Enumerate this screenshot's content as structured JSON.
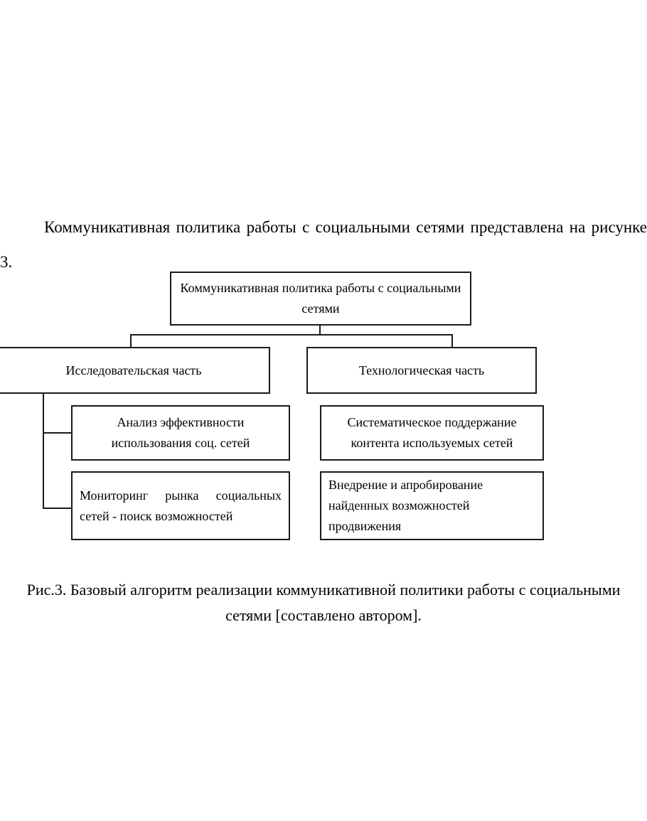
{
  "document": {
    "paragraph": "Коммуникативная политика работы с социальными сетями представлена на рисунке 3.",
    "caption": "Рис.3. Базовый алгоритм реализации коммуникативной политики работы с социальными сетями [составлено автором]."
  },
  "diagram": {
    "root": {
      "label": "Коммуникативная политика работы с социальными сетями"
    },
    "branches": [
      {
        "label": "Исследовательская часть",
        "children": [
          {
            "label": "Анализ эффективности использования соц. сетей"
          },
          {
            "label": "Мониторинг рынка социальных сетей - поиск возможностей"
          }
        ]
      },
      {
        "label": "Технологическая часть",
        "children": [
          {
            "label": "Систематическое поддержание контента используемых сетей"
          },
          {
            "label": "Внедрение и апробирование найденных возможностей продвижения"
          }
        ]
      }
    ],
    "colors": {
      "border": "#1a1a1a",
      "text": "#000000",
      "background": "#ffffff"
    }
  }
}
